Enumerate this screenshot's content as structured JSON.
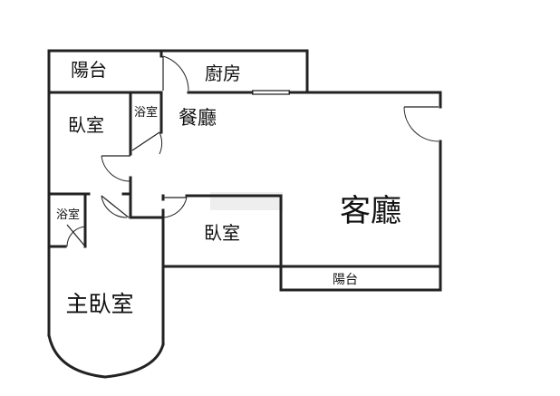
{
  "floor_plan": {
    "rooms": {
      "balcony_top": "陽台",
      "kitchen": "廚房",
      "bedroom_left": "臥室",
      "bath_top": "浴室",
      "dining": "餐廳",
      "living": "客廳",
      "bath_left": "浴室",
      "bedroom_mid": "臥室",
      "balcony_bottom": "陽台",
      "master_bedroom": "主臥室"
    }
  }
}
